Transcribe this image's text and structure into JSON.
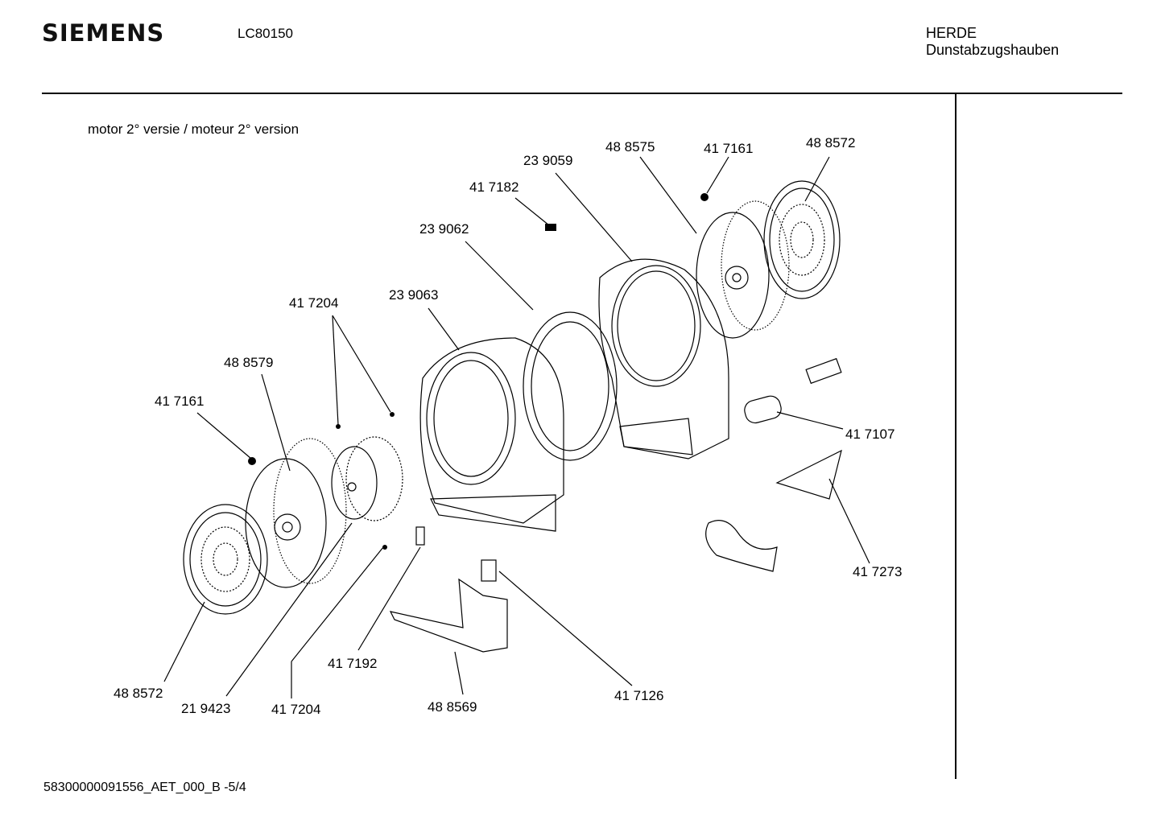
{
  "header": {
    "brand": "SIEMENS",
    "model": "LC80150",
    "category_line1": "HERDE",
    "category_line2": "Dunstabzugshauben"
  },
  "diagram": {
    "subtitle": "motor 2° versie / moteur 2° version",
    "parts": [
      "23 9059",
      "48 8575",
      "41 7161",
      "48 8572",
      "41 7182",
      "23 9062",
      "41 7204",
      "23 9063",
      "48 8579",
      "41 7161",
      "41 7107",
      "41 7273",
      "41 7192",
      "48 8572",
      "21 9423",
      "41 7204",
      "48 8569",
      "41 7126"
    ]
  },
  "footer": {
    "doc_id": "58300000091556_AET_000_B   -5/4"
  }
}
